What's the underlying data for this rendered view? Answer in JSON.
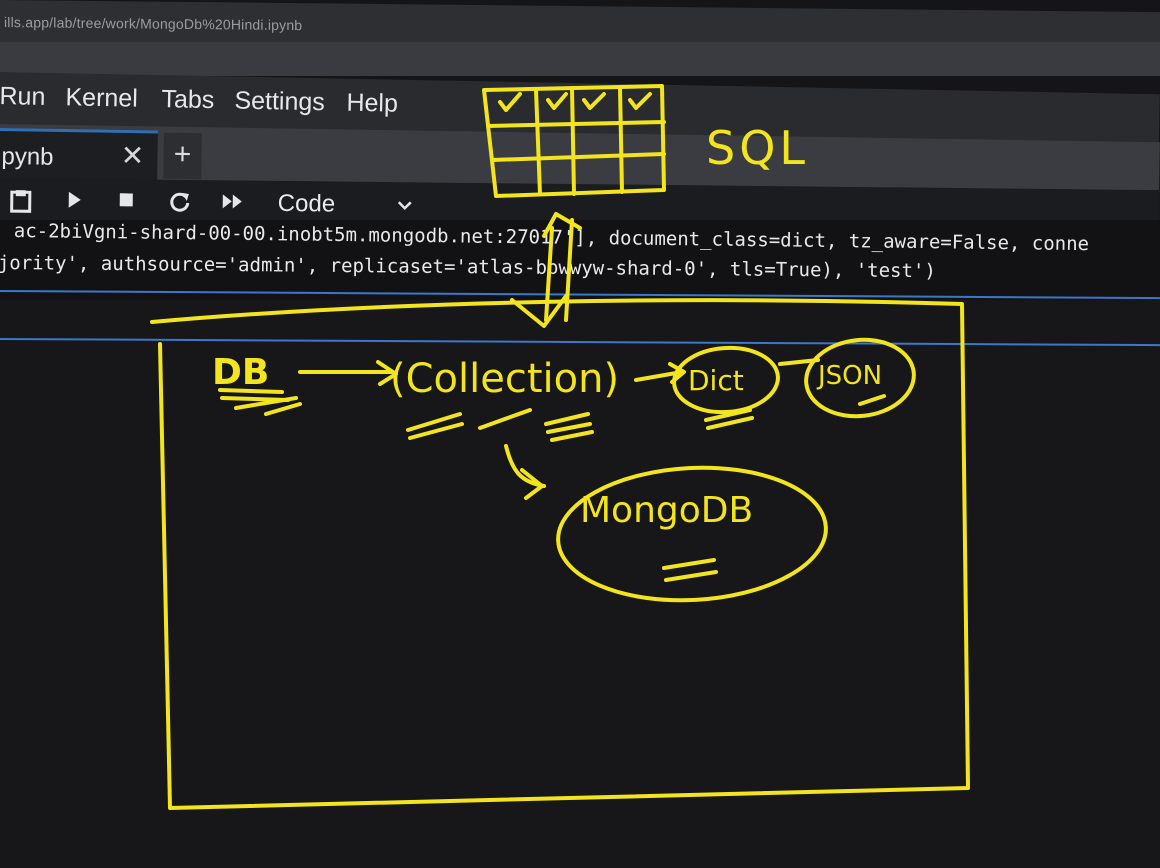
{
  "browser": {
    "url": "ills.app/lab/tree/work/MongoDb%20Hindi.ipynb"
  },
  "menu": {
    "items": [
      "Run",
      "Kernel",
      "Tabs",
      "Settings",
      "Help"
    ]
  },
  "tabs": {
    "active_label": "pynb",
    "close_glyph": "✕",
    "add_glyph": "+"
  },
  "toolbar": {
    "cell_type": "Code",
    "icons": [
      "save-icon",
      "run-icon",
      "stop-icon",
      "restart-icon",
      "fast-forward-icon"
    ]
  },
  "output": {
    "line1": "ac-2biVgni-shard-00-00.inobt5m.mongodb.net:27017'], document_class=dict, tz_aware=False, conne",
    "line2": "jority', authsource='admin', replicaset='atlas-bpwwyw-shard-0', tls=True), 'test')"
  },
  "annotations": {
    "ink_color": "#f2e51e",
    "sql_label": "SQL",
    "db_label": "DB",
    "collection_label": "(Collection)",
    "dict_label": "Dict",
    "json_label": "JSON",
    "mongodb_label": "MongoDB"
  }
}
